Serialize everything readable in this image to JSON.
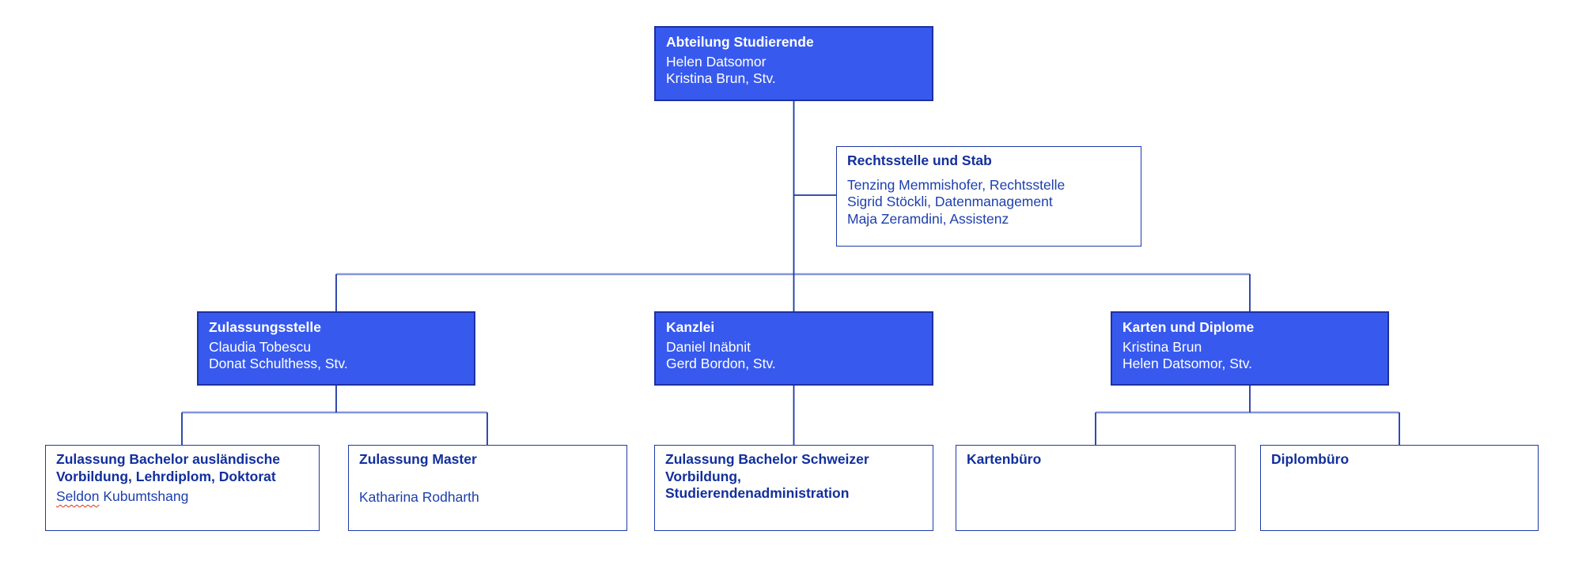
{
  "colors": {
    "box_fill": "#3759ee",
    "box_border": "#1d30a2",
    "white_border": "#1e3aa8",
    "title_color": "#122f9d",
    "body_color": "#1d3fae",
    "line_dark": "#1b37a8",
    "line_light": "#8396dc",
    "squiggle": "#e02f12"
  },
  "nodes": {
    "root": {
      "title": "Abteilung Studierende",
      "lines": [
        "Helen Datsomor",
        "Kristina Brun, Stv."
      ]
    },
    "staff": {
      "title": "Rechtsstelle und Stab",
      "lines": [
        "Tenzing Memmishofer, Rechtsstelle",
        "Sigrid Stöckli, Datenmanagement",
        "Maja Zeramdini, Assistenz"
      ]
    },
    "zulassungsstelle": {
      "title": "Zulassungsstelle",
      "lines": [
        "Claudia Tobescu",
        "Donat Schulthess, Stv."
      ]
    },
    "kanzlei": {
      "title": "Kanzlei",
      "lines": [
        "Daniel Inäbnit",
        "Gerd Bordon, Stv."
      ]
    },
    "karten_und_diplome": {
      "title": "Karten und Diplome",
      "lines": [
        "Kristina Brun",
        "Helen Datsomor, Stv."
      ]
    },
    "zulassung_bachelor_auslaendisch": {
      "title": "Zulassung Bachelor ausländische Vorbildung, Lehrdiplom, Doktorat",
      "person_first": "Seldon",
      "person_rest": " Kubumtshang"
    },
    "zulassung_master": {
      "title": "Zulassung Master",
      "person": "Katharina Rodharth"
    },
    "zulassung_bachelor_schweizer": {
      "title": "Zulassung Bachelor Schweizer Vorbildung, Studierendenadministration"
    },
    "kartenbuero": {
      "title": "Kartenbüro"
    },
    "diplombuero": {
      "title": "Diplombüro"
    }
  }
}
